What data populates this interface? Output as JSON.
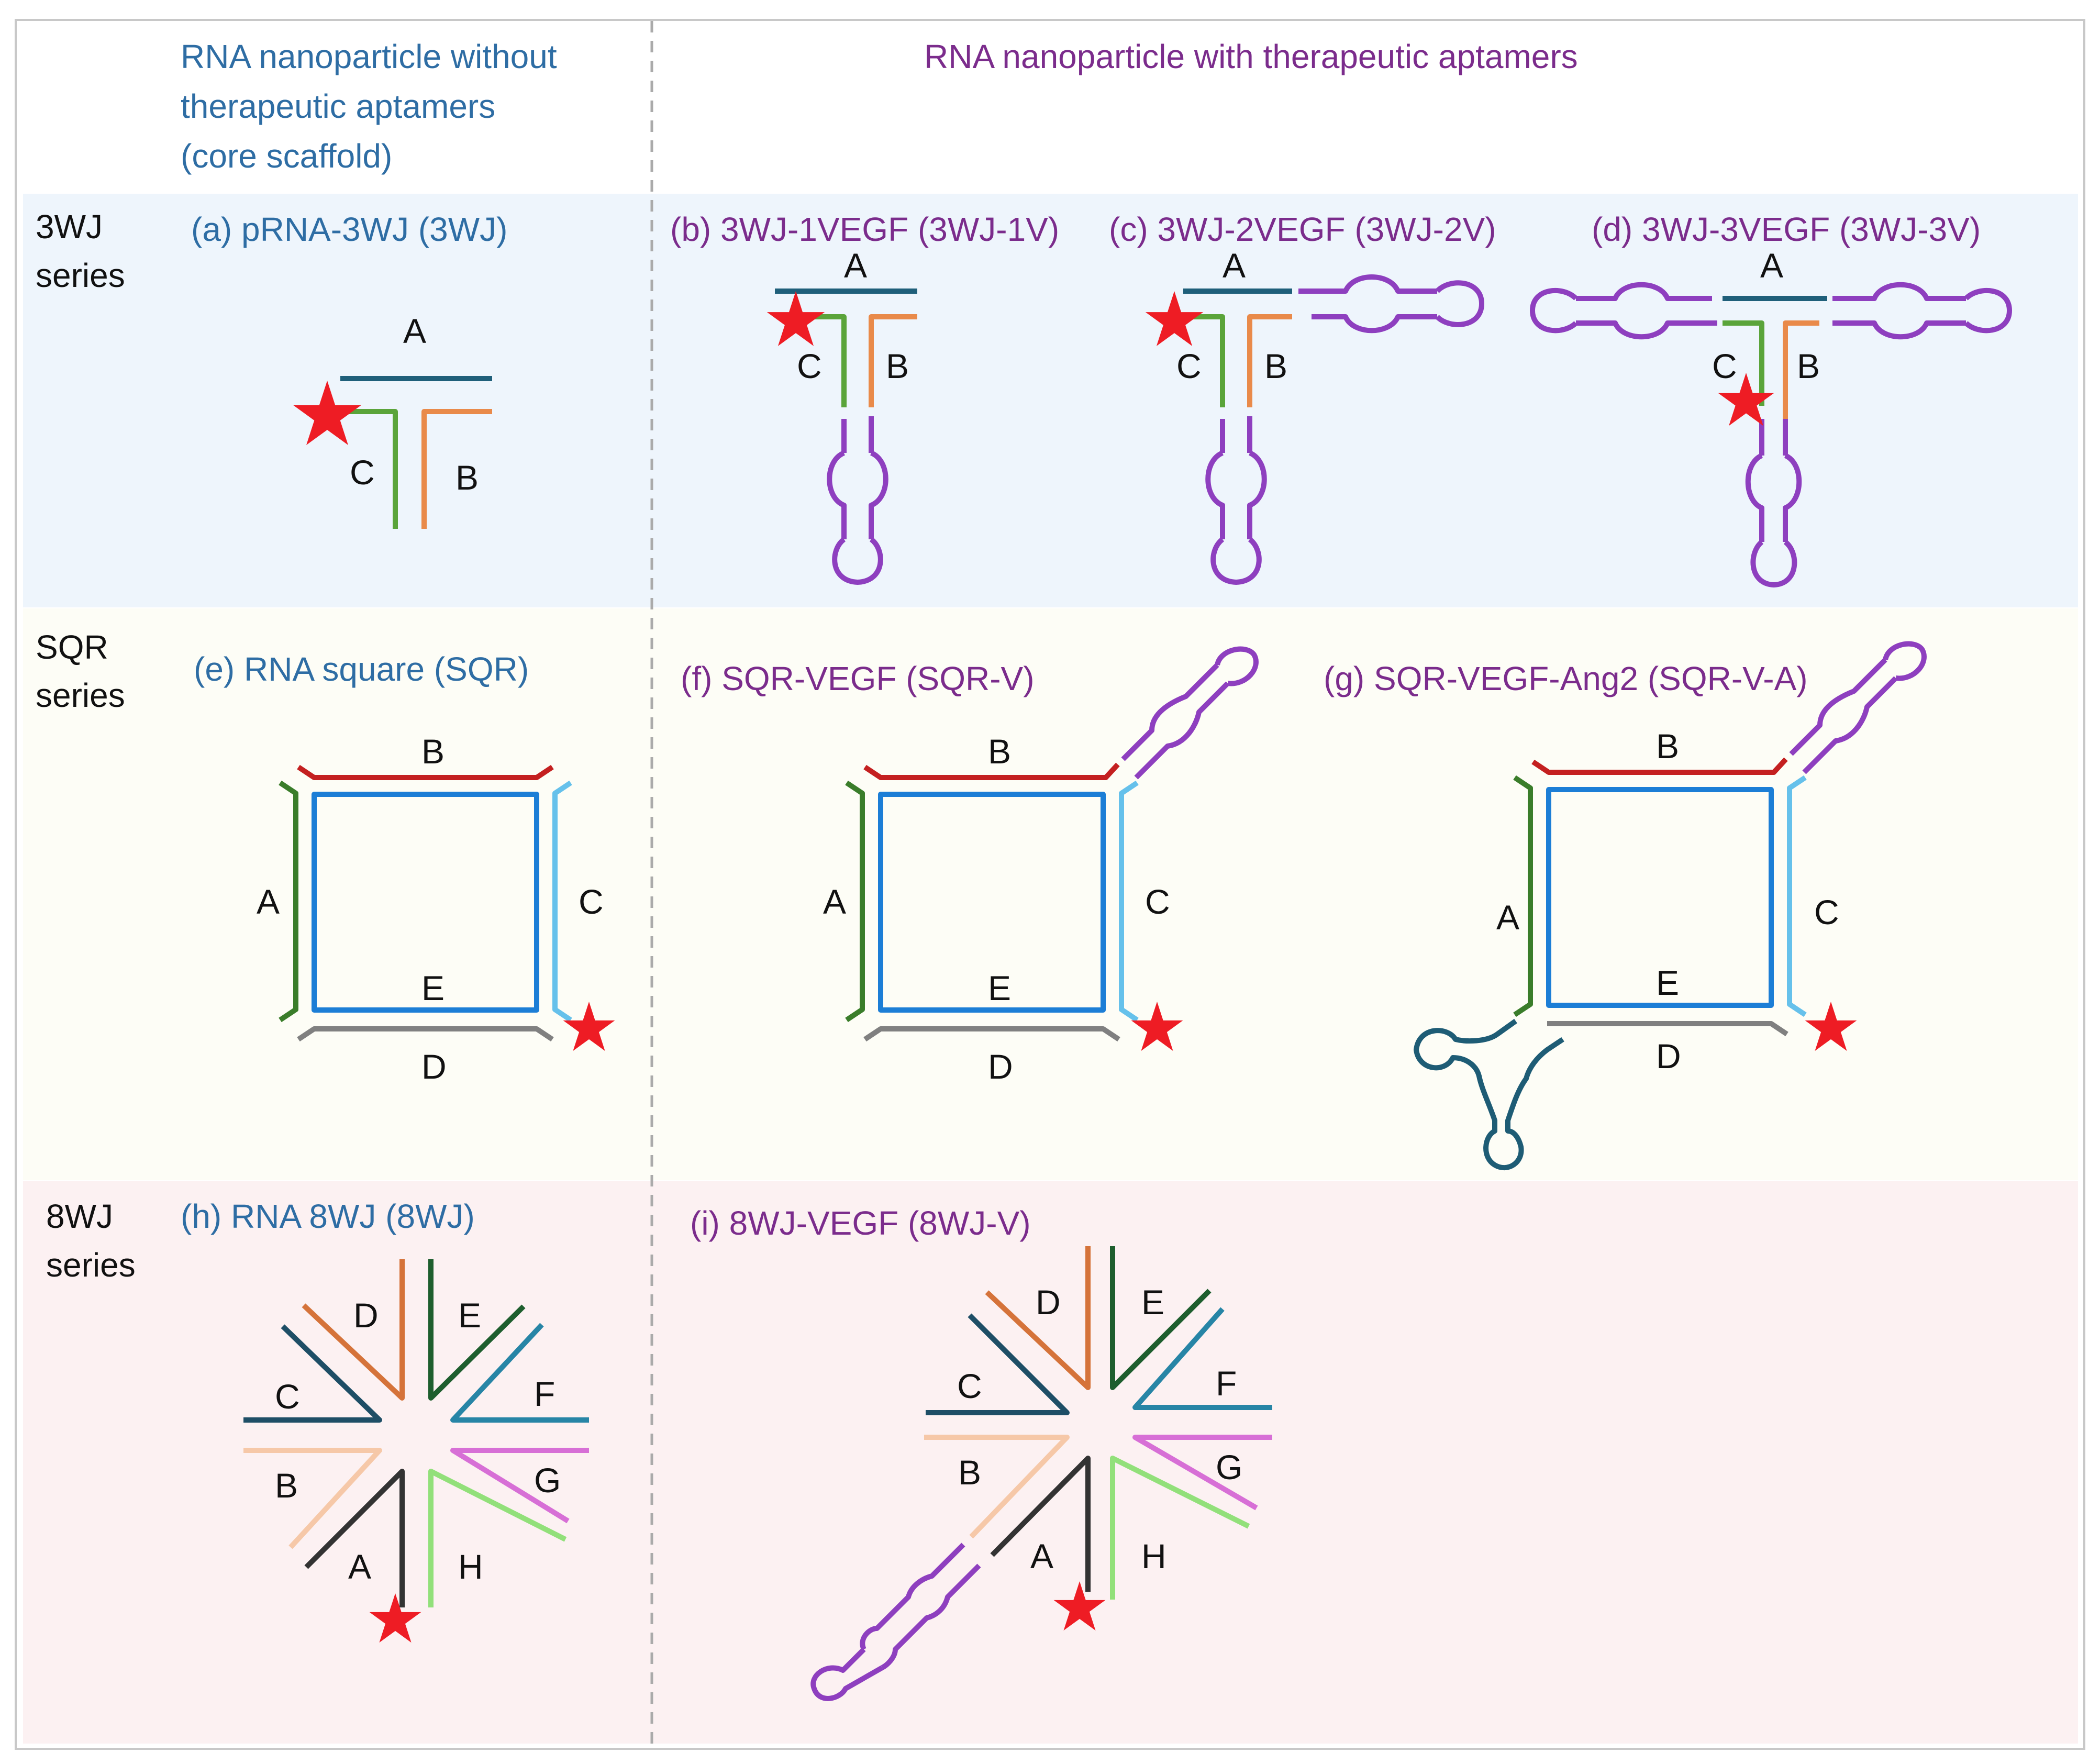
{
  "headers": {
    "core": [
      "RNA nanoparticle without",
      "therapeutic aptamers",
      "(core scaffold)"
    ],
    "therapeutic": "RNA nanoparticle with therapeutic aptamers"
  },
  "series": {
    "wj3": [
      "3WJ",
      "series"
    ],
    "sqr": [
      "SQR",
      "series"
    ],
    "wj8": [
      "8WJ",
      "series"
    ]
  },
  "titles": {
    "a": "(a) pRNA-3WJ (3WJ)",
    "b": "(b) 3WJ-1VEGF (3WJ-1V)",
    "c": "(c) 3WJ-2VEGF (3WJ-2V)",
    "d": "(d) 3WJ-3VEGF (3WJ-3V)",
    "e": "(e) RNA square (SQR)",
    "f": "(f) SQR-VEGF (SQR-V)",
    "g": "(g) SQR-VEGF-Ang2 (SQR-V-A)",
    "h": "(h) RNA 8WJ (8WJ)",
    "i": "(i) 8WJ-VEGF (8WJ-V)"
  },
  "strand_labels": {
    "A": "A",
    "B": "B",
    "C": "C",
    "D": "D",
    "E": "E",
    "F": "F",
    "G": "G",
    "H": "H"
  },
  "colors": {
    "band_3wj": "#EEF5FC",
    "band_sqr": "#FDFDF6",
    "band_8wj": "#FCF1F2",
    "strand_a_3wj": "#1F5F7A",
    "strand_b_3wj": "#E98A4A",
    "strand_c_3wj": "#5AA43A",
    "aptamer_vegf": "#8E3FBF",
    "aptamer_ang2": "#1E5C75",
    "sqr_a": "#3A7D2A",
    "sqr_b": "#C42020",
    "sqr_c": "#66C1EB",
    "sqr_d": "#808080",
    "sqr_e": "#1C7ED6",
    "wj8_a": "#333333",
    "wj8_b": "#F6C8A8",
    "wj8_c": "#1E4E66",
    "wj8_d": "#D5733A",
    "wj8_e": "#1E5E2E",
    "wj8_f": "#2785A6",
    "wj8_g": "#D76FD6",
    "wj8_h": "#92E07A",
    "star": "#EE1C24"
  }
}
